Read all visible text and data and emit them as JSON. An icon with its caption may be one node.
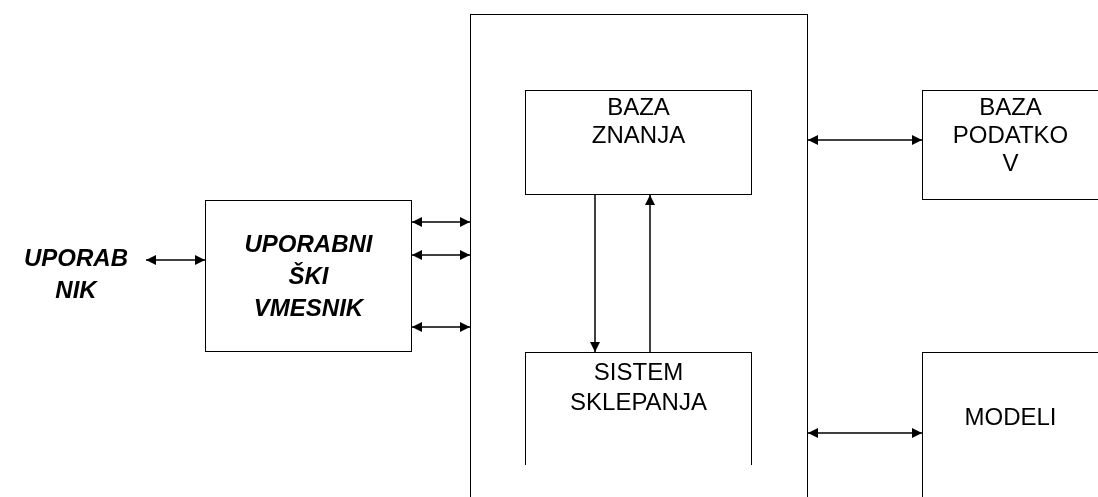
{
  "diagram": {
    "nodes": [
      {
        "text": [
          "UPORAB NIK"
        ]
      },
      {
        "text": [
          "UPORABNI ŠKI VMESNIK"
        ]
      },
      {
        "text": [],
        "shape": "box"
      },
      {
        "text": [
          "BAZA ZNANJA"
        ],
        "in": 2
      },
      {
        "text": [
          "SISTEM SKLEPANJA"
        ],
        "in": 2
      },
      {
        "text": [
          "BAZA PODATKO V"
        ]
      },
      {
        "text": [
          "MODELI"
        ]
      }
    ],
    "edges": [
      {
        "from": 0,
        "to": 1,
        "arrow": "both"
      },
      {
        "from": 1,
        "to": 2,
        "arrow": "both"
      },
      {
        "from": 1,
        "to": 2,
        "arrow": "both"
      },
      {
        "from": 1,
        "to": 2,
        "arrow": "both"
      },
      {
        "from": 3,
        "to": 4,
        "arrow": "to"
      },
      {
        "from": 4,
        "to": 3,
        "arrow": "to"
      },
      {
        "from": 2,
        "to": 5,
        "arrow": "both"
      },
      {
        "from": 2,
        "to": 6,
        "arrow": "both"
      }
    ]
  }
}
